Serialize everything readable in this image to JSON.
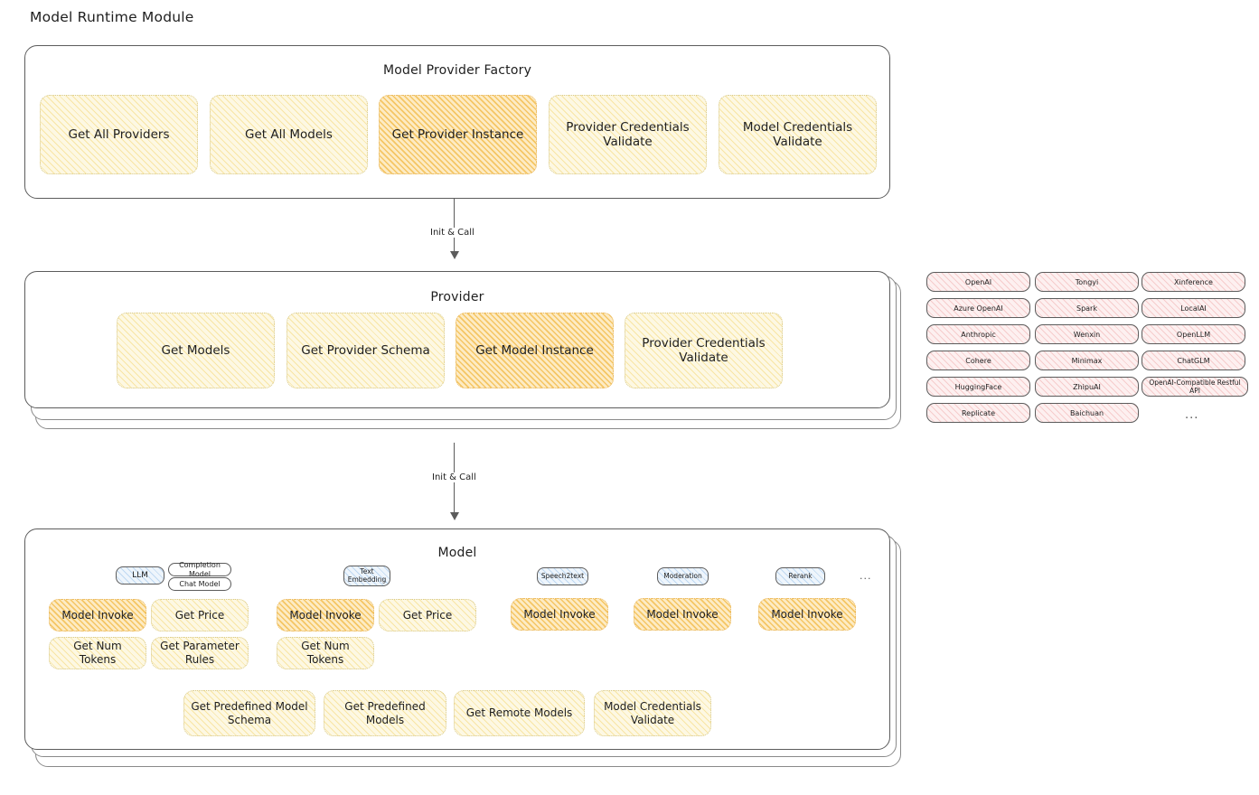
{
  "page": {
    "title": "Model Runtime Module",
    "background_color": "#ffffff",
    "stroke_color": "#5c5c5c",
    "accent_yellow": "#fdf8e3",
    "accent_orange": "#fdebc4",
    "accent_pink": "#fdf0f0",
    "accent_blue": "#eef5fc"
  },
  "factory": {
    "title": "Model Provider Factory",
    "nodes": [
      {
        "label": "Get All Providers",
        "highlight": false
      },
      {
        "label": "Get All Models",
        "highlight": false
      },
      {
        "label": "Get Provider Instance",
        "highlight": true
      },
      {
        "label": "Provider Credentials Validate",
        "highlight": false
      },
      {
        "label": "Model Credentials Validate",
        "highlight": false
      }
    ]
  },
  "arrows": [
    {
      "label": "Init & Call"
    },
    {
      "label": "Init & Call"
    }
  ],
  "provider": {
    "title": "Provider",
    "nodes": [
      {
        "label": "Get Models",
        "highlight": false
      },
      {
        "label": "Get Provider Schema",
        "highlight": false
      },
      {
        "label": "Get Model Instance",
        "highlight": true
      },
      {
        "label": "Provider Credentials Validate",
        "highlight": false
      }
    ]
  },
  "provider_list": {
    "ellipsis": "...",
    "columns": [
      {
        "items": [
          "OpenAI",
          "Azure OpenAI",
          "Anthropic",
          "Cohere",
          "HuggingFace",
          "Replicate"
        ]
      },
      {
        "items": [
          "Tongyi",
          "Spark",
          "Wenxin",
          "Minimax",
          "ZhipuAI",
          "Baichuan"
        ]
      },
      {
        "items": [
          "Xinference",
          "LocalAI",
          "OpenLLM",
          "ChatGLM",
          "OpenAI-Compatible Restful API"
        ]
      }
    ]
  },
  "model": {
    "title": "Model",
    "ellipsis": "...",
    "types": [
      {
        "badge": "LLM",
        "sub_badges": [
          "Completion Model",
          "Chat Model"
        ],
        "methods": [
          {
            "label": "Model Invoke",
            "highlight": true
          },
          {
            "label": "Get Price",
            "highlight": false
          },
          {
            "label": "Get Num Tokens",
            "highlight": false
          },
          {
            "label": "Get Parameter Rules",
            "highlight": false
          }
        ]
      },
      {
        "badge": "Text Embedding",
        "sub_badges": [],
        "methods": [
          {
            "label": "Model Invoke",
            "highlight": true
          },
          {
            "label": "Get Price",
            "highlight": false
          },
          {
            "label": "Get Num Tokens",
            "highlight": false
          }
        ]
      },
      {
        "badge": "Speech2text",
        "sub_badges": [],
        "methods": [
          {
            "label": "Model Invoke",
            "highlight": true
          }
        ]
      },
      {
        "badge": "Moderation",
        "sub_badges": [],
        "methods": [
          {
            "label": "Model Invoke",
            "highlight": true
          }
        ]
      },
      {
        "badge": "Rerank",
        "sub_badges": [],
        "methods": [
          {
            "label": "Model Invoke",
            "highlight": true
          }
        ]
      }
    ],
    "common_methods": [
      {
        "label": "Get Predefined Model Schema"
      },
      {
        "label": "Get Predefined Models"
      },
      {
        "label": "Get Remote Models"
      },
      {
        "label": "Model Credentials Validate"
      }
    ]
  }
}
